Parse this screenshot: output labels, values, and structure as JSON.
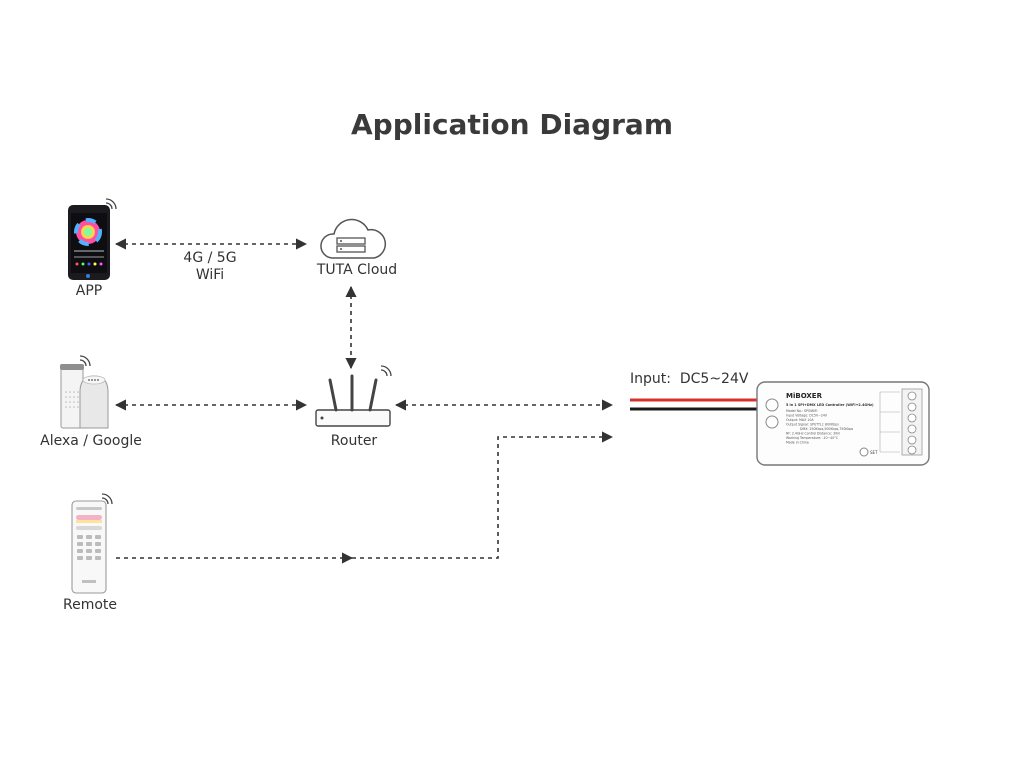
{
  "title": "Application Diagram",
  "nodes": {
    "app": "APP",
    "cloud": "TUTA Cloud",
    "alexa": "Alexa / Google",
    "router": "Router",
    "remote": "Remote"
  },
  "links": {
    "app_cloud_line1": "4G / 5G",
    "app_cloud_line2": "WiFi"
  },
  "input_label": "Input:  DC5~24V",
  "controller": {
    "brand": "MiBOXER",
    "line1": "5 in 1 SPI+DMX LED Controller (WiFi+2.4GHz)",
    "spec1": "Model No.: SPI5WiFi",
    "spec2": "Input Voltage: DC5V~24V",
    "spec3": "Output: MAX 10A",
    "spec4": "Output Signal: SPI(TTL): 800Kbps",
    "spec5": "DMX: 250Kbps,500Kbps,750Kbps",
    "spec6": "RF: 2.4GHz  Control Distance: 30m",
    "spec7": "Working Temperature: -10~40°C",
    "spec8": "Made in China",
    "set": "SET"
  },
  "colors": {
    "red_wire": "#d9302b",
    "black_wire": "#1a1a1a",
    "line": "#333333"
  }
}
